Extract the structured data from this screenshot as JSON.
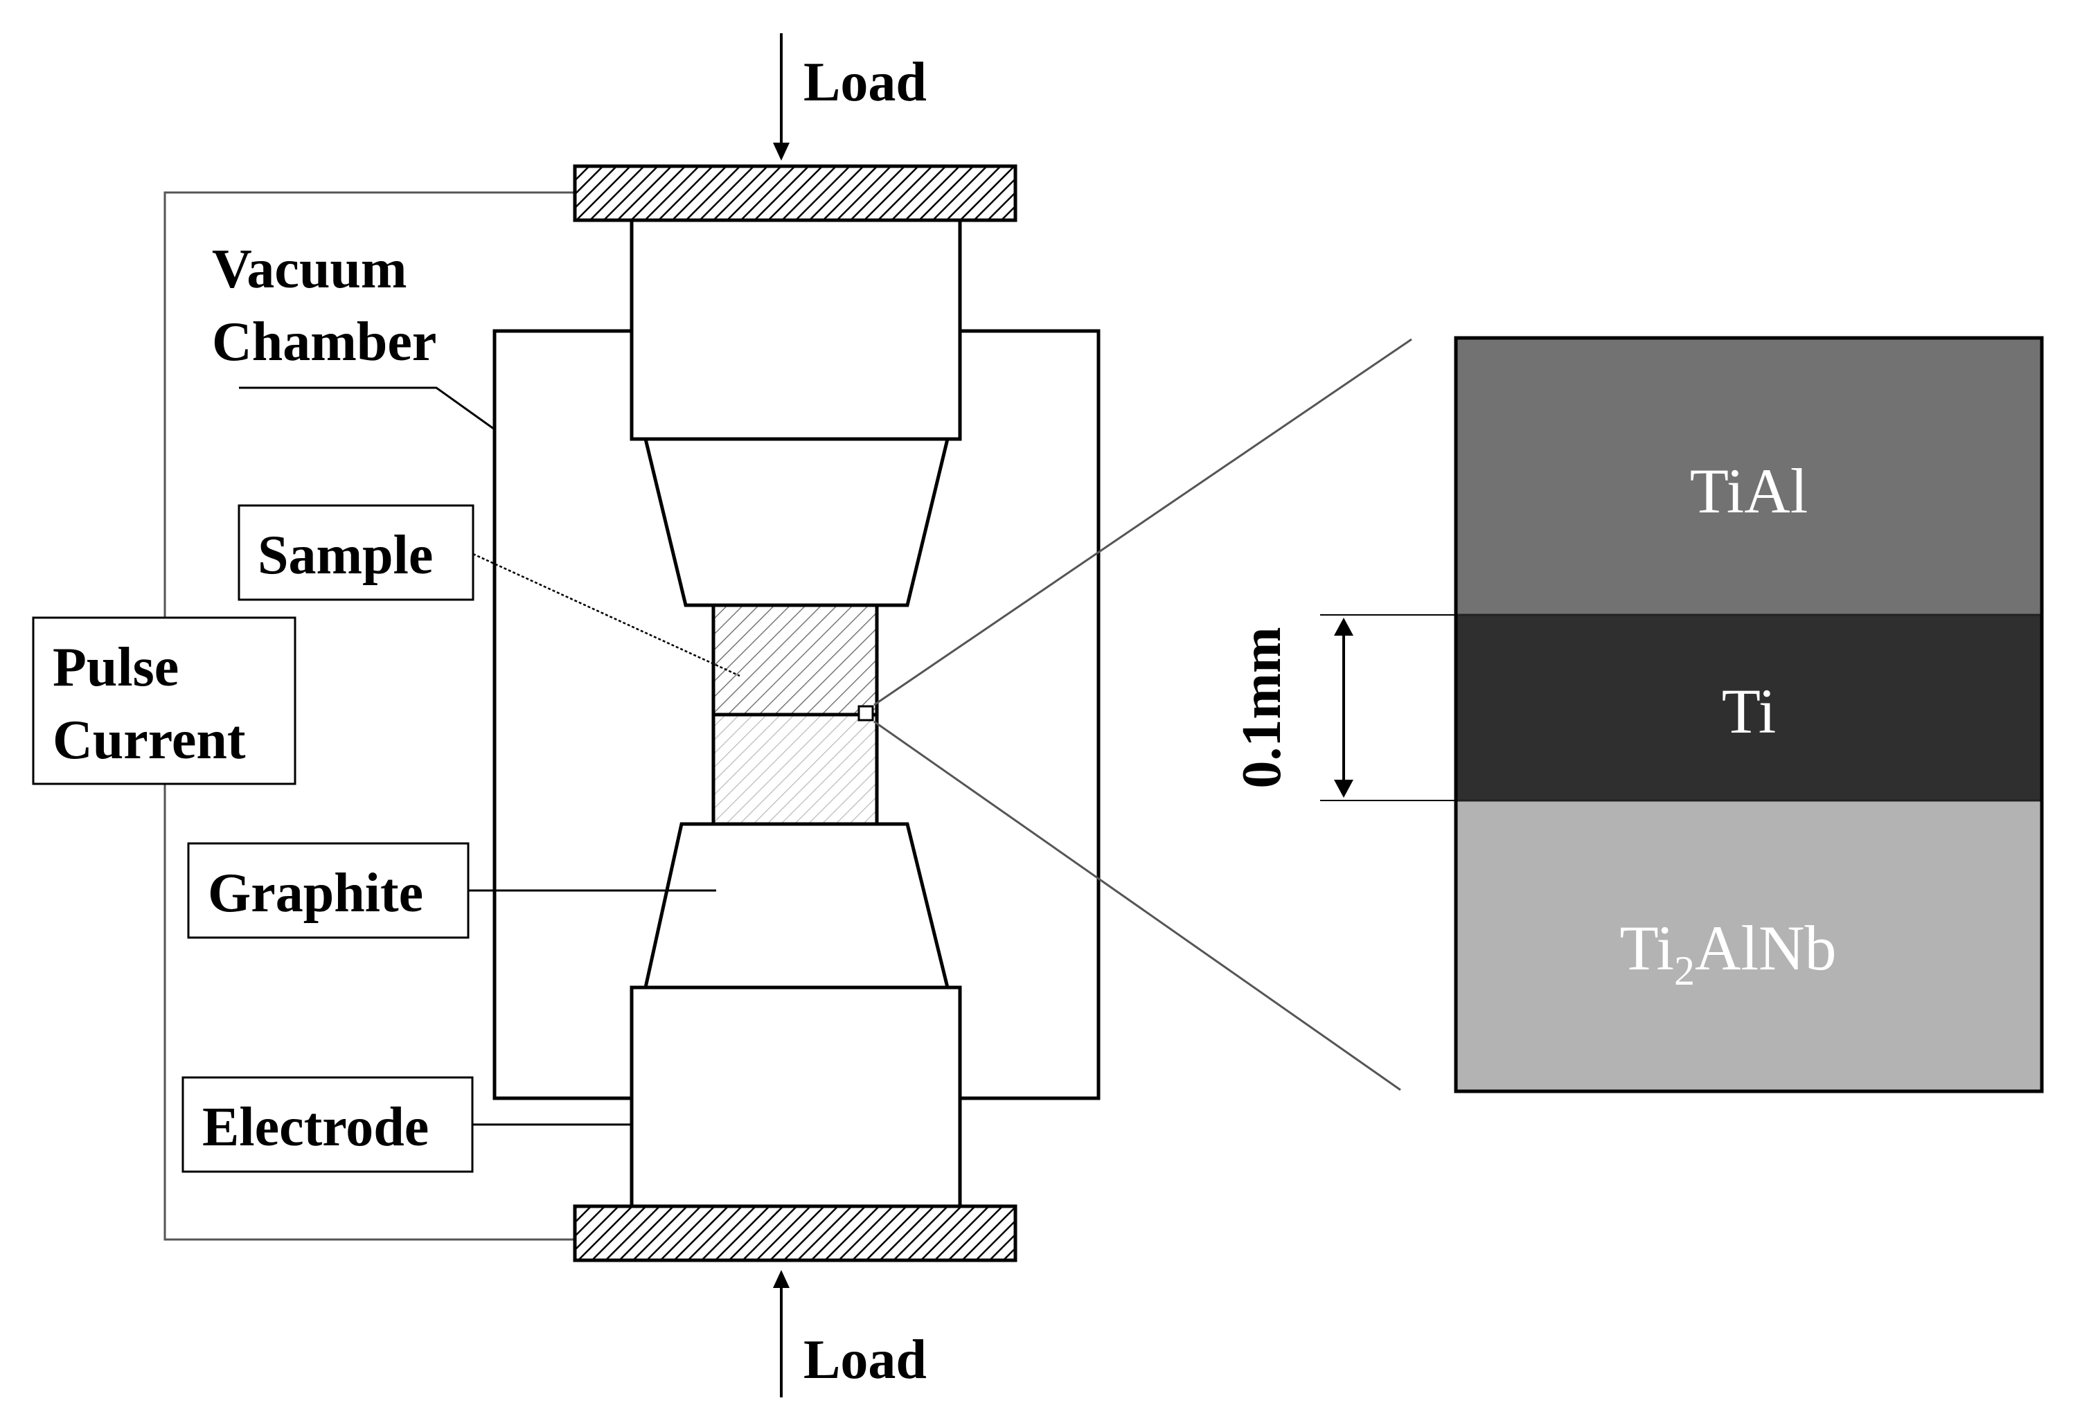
{
  "diagram": {
    "load_top": "Load",
    "load_bottom": "Load",
    "vacuum_line1": "Vacuum",
    "vacuum_line2": "Chamber",
    "sample": "Sample",
    "pulse_line1": "Pulse",
    "pulse_line2": "Current",
    "graphite": "Graphite",
    "electrode": "Electrode",
    "thickness": "0.1mm",
    "layers": {
      "top": "TiAl",
      "middle": "Ti",
      "bottom_prefix": "Ti",
      "bottom_sub": "2",
      "bottom_suffix": "AlNb"
    },
    "colors": {
      "tial": "#727272",
      "ti": "#2f2f2f",
      "ti2alnb": "#b3b3b3"
    }
  }
}
